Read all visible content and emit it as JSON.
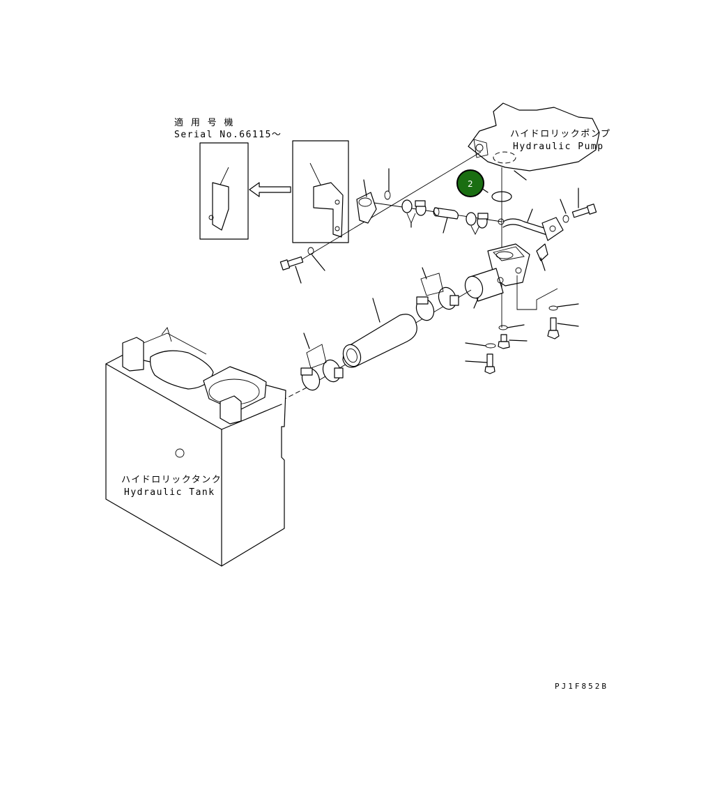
{
  "labels": {
    "serial_jp": "適 用 号 機",
    "serial_en": "Serial No.66115～",
    "pump_jp": "ハイドロリックポンプ",
    "pump_en": "Hydraulic Pump",
    "tank_jp": "ハイドロリックタンク",
    "tank_en": "Hydraulic Tank",
    "drawing_code": "PJ1F852B"
  },
  "callouts": [
    {
      "number": "2",
      "color": "#1a6e12"
    }
  ]
}
